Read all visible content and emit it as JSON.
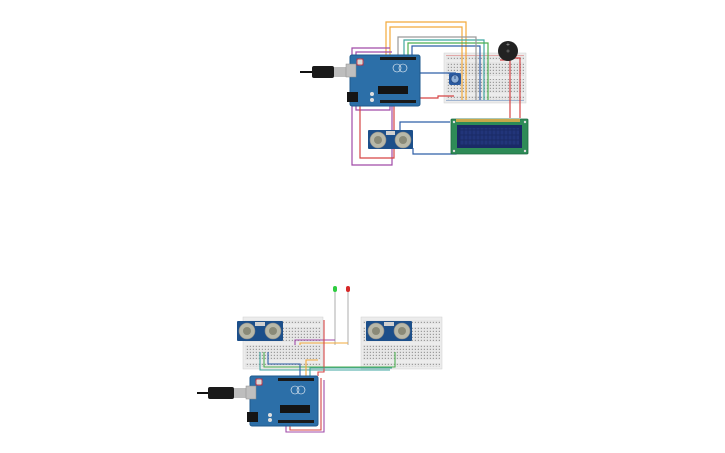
{
  "canvas": {
    "background": "#ffffff"
  },
  "circuits": [
    {
      "name": "upper-circuit",
      "components": [
        "arduino-uno",
        "usb-cable",
        "breadboard",
        "potentiometer",
        "piezo-buzzer",
        "lcd-16x2",
        "ultrasonic-sensor"
      ]
    },
    {
      "name": "lower-circuit",
      "components": [
        "arduino-uno",
        "usb-cable",
        "breadboard-left",
        "breadboard-right",
        "ultrasonic-sensor-left",
        "ultrasonic-sensor-right",
        "led-green",
        "led-red"
      ]
    }
  ],
  "colors": {
    "arduino": "#2c6fa8",
    "arduino_dark": "#1f5a8c",
    "breadboard": "#e8e8e8",
    "lcd_frame": "#2e8b57",
    "lcd_screen": "#1a2a66",
    "sensor": "#1c4f8a",
    "transducer": "#b8b8a8",
    "buzzer": "#222222",
    "led_green": "#2ecc40",
    "led_red": "#d62828",
    "wire_orange": "#f2a93b",
    "wire_purple": "#a04aa8",
    "wire_red": "#d64545",
    "wire_teal": "#3fa6a0",
    "wire_green": "#4caf50",
    "wire_blue": "#2f5fa8",
    "wire_gray": "#9a9a9a"
  }
}
